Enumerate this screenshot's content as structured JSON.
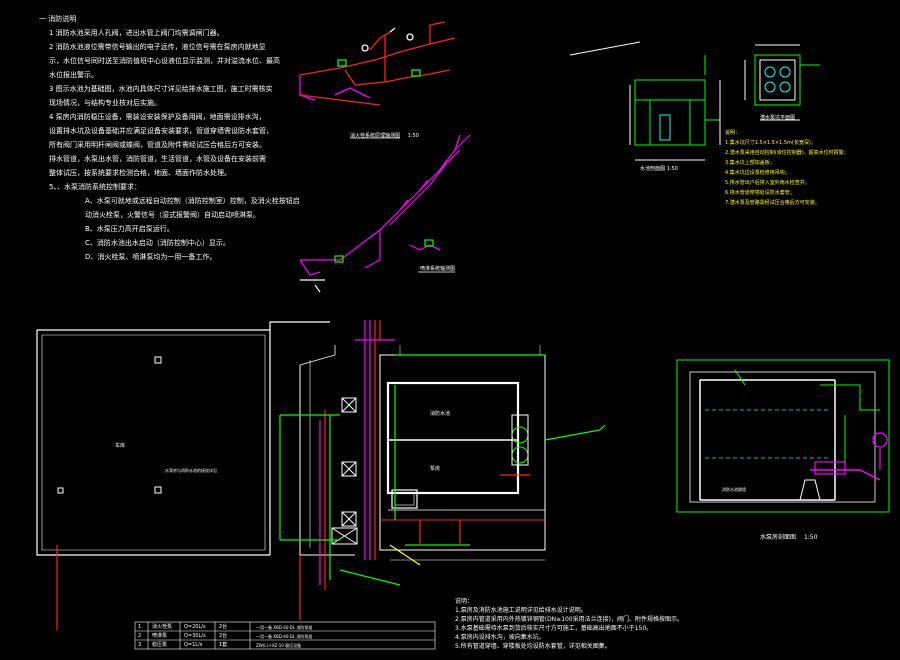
{
  "general_notes": {
    "title": "一  消防说明",
    "items": [
      "1  消防水池采用人孔阀，进出水管上阀门均需调闸门器。",
      "2  消防水池液位需带信号输出的电子远传，液位信号需在泵房内就地显",
      "示，水位信号同时送至消防值班中心设液位显示监测，并对溢流水位、最高",
      "水位报出警示。",
      "3  图示水池为基础图，水池内具体尺寸详见给排水施工图，施工时需核实",
      "现场情况，与结构专业核对后实施。",
      "4  泵房内消防稳压设备，需装设安装保护及备用阀，地面需设排水沟，",
      "设置排水坑及设备基础并应满足设备安装要求，管道穿墙需设防水套管，",
      "所有阀门采用明杆闸阀或蝶阀，管道及附件需经试压合格后方可安装。",
      "排水管道，水泵出水管，消防管道，生活管道，水管及设备在安装前需",
      "整体试压，按系统要求检测合格，地面、墙面作防水处理。"
    ],
    "sub_title": "5、、水泵消防系统控制要求：",
    "sub_items": [
      "A、水泵可就地或远程自动控制（消防控制室）控制，及消火栓按钮启",
      "动消火栓泵，火警信号（湿式报警阀）自动启动喷淋泵。",
      "B、水泵压力高开启泵运行。",
      "C、消防水池出水启动（消防控制中心）显示。",
      "D、消火栓泵、喷淋泵均为一用一备工作。"
    ]
  },
  "labels": {
    "axon1_title": "消火栓系统原理轴测图",
    "axon1_scale": "1:50",
    "axon2_title": "喷淋系统轴测图",
    "pool_section_title": "水池剖面图 1:50",
    "pit_plan_title": "潜水泵坑平面图",
    "pump_room_label": "泵房",
    "pool_label": "消防水池",
    "wall_label": "消防水池隔墙",
    "side_box_title": "水泵房剖面图",
    "side_box_scale": "1:50",
    "plan_room_label": "车库",
    "plan_room_note": "水泵房与消防水池的接驳详见"
  },
  "right_notes": {
    "title": "说明：",
    "items": [
      "1.集水坑尺寸1.5×1.5×1.5m(长宽深)；",
      "2.潜水泵采用自动控制(液位控制器)，超高水位时报警；",
      "3.集水坑上部加盖板；",
      "4.集水坑边设泵检修用吊钩；",
      "5.排水管出户后排入室外雨水检查井；",
      "6.排水管道穿墙处设防水套管；",
      "7.潜水泵及管路需经试压合格后方可安装。"
    ]
  },
  "bottom_notes": {
    "title": "说明：",
    "items": [
      "1.泵房及消防水池施工说明详见给排水设计说明。",
      "2.泵房内管道采用内外热镀锌钢管(DN≥100采用法兰连接)，阀门、附件规格按图示。",
      "3.水泵基础需待水泵到货后核实尺寸方可施工，基础高出地面不小于150。",
      "4.泵房内设排水沟，坡向集水坑。",
      "5.所有管道穿墙、穿楼板处均设防水套管，详见相关图集。"
    ]
  },
  "schedule_table": {
    "rows": [
      {
        "no": "1",
        "name": "消火栓泵",
        "spec": "Q=20L/s",
        "qty": "2台",
        "remark": "一用一备 XBD-40-DL 消防泵组"
      },
      {
        "no": "2",
        "name": "喷淋泵",
        "spec": "Q=30L/s",
        "qty": "2台",
        "remark": "一用一备 XBD-40-DL 消防泵组"
      },
      {
        "no": "3",
        "name": "稳压泵",
        "spec": "Q=1L/s",
        "qty": "1套",
        "remark": "ZW(L)-I-XZ-10 稳压设备"
      }
    ]
  },
  "colors": {
    "red": "#ff2020",
    "magenta": "#ff00ff",
    "green": "#00ff00",
    "yellow": "#ffff00",
    "cyan": "#00ffff",
    "white": "#ffffff"
  }
}
